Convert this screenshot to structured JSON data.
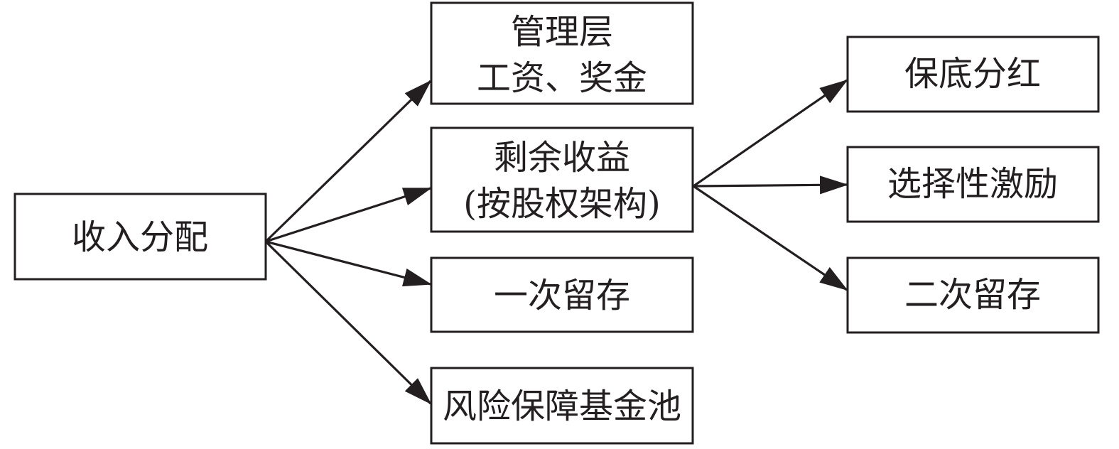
{
  "diagram": {
    "root": {
      "label": "收入分配"
    },
    "level1": [
      {
        "lines": [
          "管理层",
          "工资、奖金"
        ]
      },
      {
        "lines": [
          "剩余收益",
          "(按股权架构)"
        ]
      },
      {
        "lines": [
          "一次留存"
        ]
      },
      {
        "lines": [
          "风险保障基金池"
        ]
      }
    ],
    "level2": [
      {
        "lines": [
          "保底分红"
        ]
      },
      {
        "lines": [
          "选择性激励"
        ]
      },
      {
        "lines": [
          "二次留存"
        ]
      }
    ]
  },
  "colors": {
    "stroke": "#231f20",
    "background": "#ffffff",
    "text": "#231f20"
  }
}
